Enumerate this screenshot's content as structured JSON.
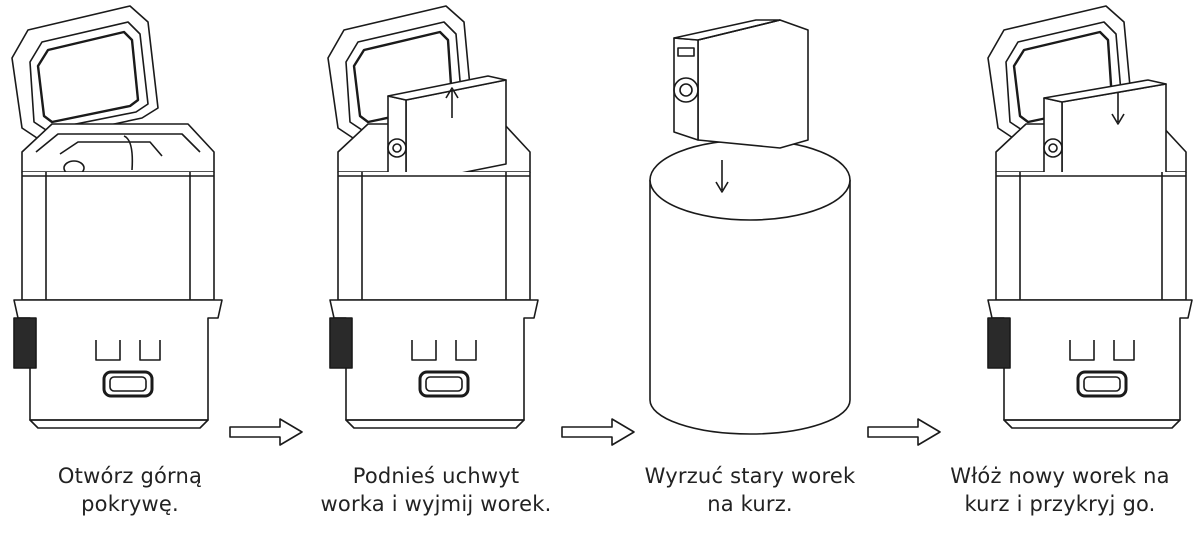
{
  "steps": [
    {
      "line1": "Otwórz górną",
      "line2": "pokrywę."
    },
    {
      "line1": "Podnieś uchwyt",
      "line2": "worka i wyjmij worek."
    },
    {
      "line1": "Wyrzuć stary worek",
      "line2": "na kurz."
    },
    {
      "line1": "Włóż nowy worek na",
      "line2": "kurz i przykryj go."
    }
  ],
  "icons": [
    "station-open-lid-icon",
    "station-lift-bag-icon",
    "bin-discard-bag-icon",
    "station-insert-bag-icon"
  ],
  "colors": {
    "line": "#1a1a1a",
    "background": "#ffffff",
    "vent": "#2a2a2a"
  }
}
